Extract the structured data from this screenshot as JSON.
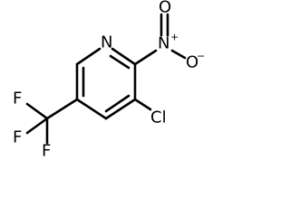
{
  "molecule": {
    "labels": {
      "nitrogen_ring": "N",
      "nitrogen_nitro": "N",
      "nitro_charge_plus": "+",
      "oxygen_double": "O",
      "oxygen_single": "O",
      "oxygen_charge_minus": "−",
      "chlorine": "Cl",
      "fluorine_1": "F",
      "fluorine_2": "F",
      "fluorine_3": "F"
    }
  }
}
